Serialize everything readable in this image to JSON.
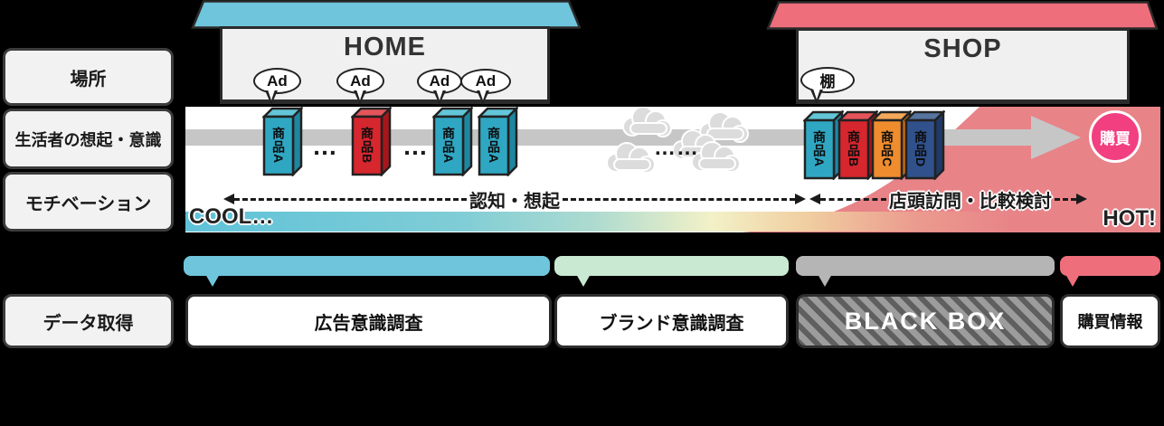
{
  "row_labels": {
    "place": "場所",
    "awareness": "生活者の想起・意識",
    "motivation": "モチベーション",
    "data": "データ取得"
  },
  "home": {
    "title": "HOME",
    "roof_color": "#6fc6dc",
    "bubbles": [
      "Ad",
      "Ad",
      "Ad",
      "Ad"
    ],
    "products": [
      {
        "label": "商品A",
        "front": "#2fa7c3",
        "top": "#63c5d8",
        "side": "#1f86a0"
      },
      {
        "label": "商品B",
        "front": "#d6262e",
        "top": "#e4555b",
        "side": "#a8161d"
      },
      {
        "label": "商品A",
        "front": "#2fa7c3",
        "top": "#63c5d8",
        "side": "#1f86a0"
      },
      {
        "label": "商品A",
        "front": "#2fa7c3",
        "top": "#63c5d8",
        "side": "#1f86a0"
      }
    ],
    "dots1": "…",
    "dots2": "…"
  },
  "shop": {
    "title": "SHOP",
    "roof_color": "#ee6e7c",
    "shelf_bubble": "棚",
    "products": [
      {
        "label": "商品A",
        "front": "#2fa7c3",
        "top": "#63c5d8",
        "side": "#1f86a0"
      },
      {
        "label": "商品B",
        "front": "#d6262e",
        "top": "#e4555b",
        "side": "#a8161d"
      },
      {
        "label": "商品C",
        "front": "#ee8c2e",
        "top": "#f4a85a",
        "side": "#c96c14"
      },
      {
        "label": "商品D",
        "front": "#30518c",
        "top": "#56749f",
        "side": "#1f3a69"
      }
    ]
  },
  "band": {
    "fog_dots": "……",
    "purchase": "購買",
    "purchase_color": "#f23f80",
    "arrow_color": "#c6c6c6",
    "wave_color": "#e88388",
    "cloud_color": "#dcdcdc"
  },
  "motivation": {
    "stage1": "認知・想起",
    "stage2": "店頭訪問・比較検討",
    "cool": "COOL…",
    "hot": "HOT!"
  },
  "data_row": {
    "items": [
      {
        "label": "広告意識調査",
        "bracket": "#6fc6dc"
      },
      {
        "label": "ブランド意識調査",
        "bracket": "#c9e9d2"
      },
      {
        "label": "BLACK BOX",
        "bracket": "#b5b5b5"
      },
      {
        "label": "購買情報",
        "bracket": "#ee6e7c"
      }
    ]
  }
}
